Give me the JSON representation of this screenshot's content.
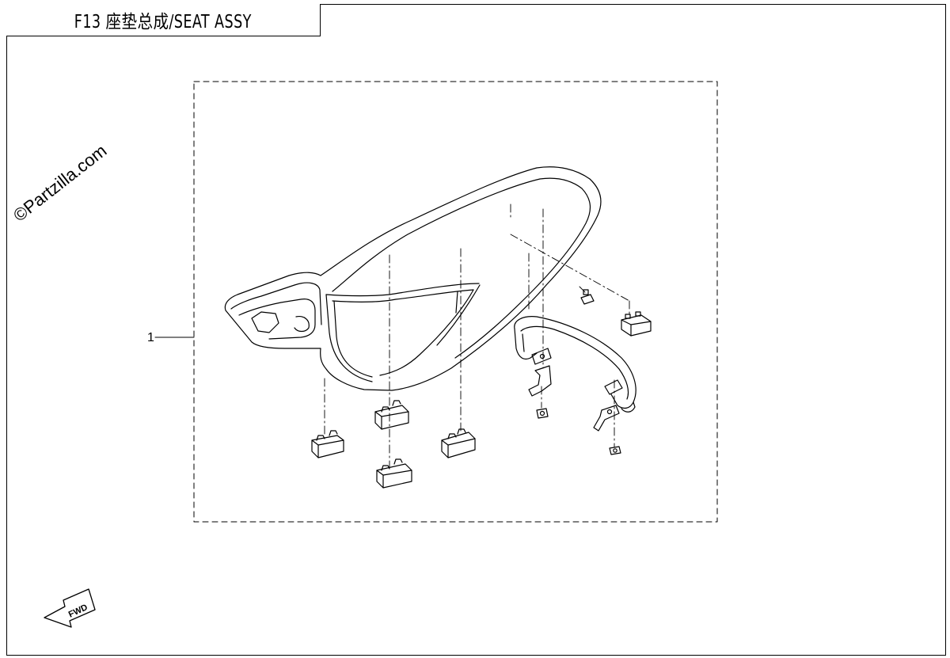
{
  "header": {
    "title": "F13 座垫总成/SEAT ASSY"
  },
  "watermark": {
    "text": "©Partzilla.com"
  },
  "callouts": [
    {
      "label": "1"
    }
  ],
  "fwd_arrow": {
    "label": "FWD"
  },
  "colors": {
    "line": "#000000",
    "background": "#ffffff"
  },
  "icons": [
    "fwd-arrow-icon"
  ]
}
